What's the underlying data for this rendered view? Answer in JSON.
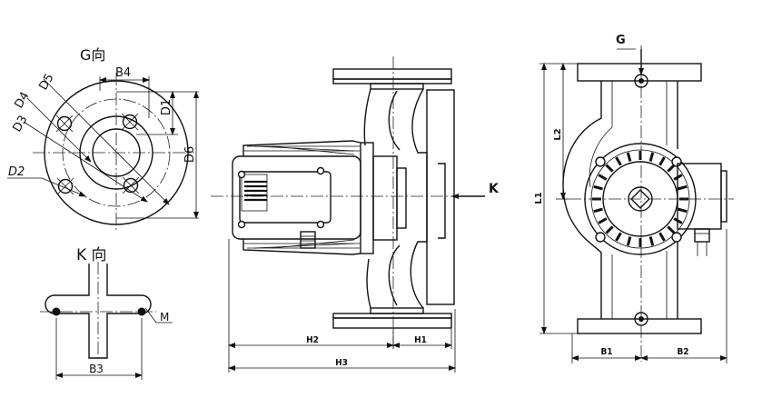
{
  "flange_view": {
    "title": "G向",
    "labels": {
      "b4": "B4",
      "d5": "D5",
      "d4": "D4",
      "d3": "D3",
      "d2": "D2",
      "d1": "D1",
      "d6": "D6"
    }
  },
  "foot_view": {
    "title": "K 向",
    "labels": {
      "m": "M",
      "b3": "B3"
    }
  },
  "side_view": {
    "arrow_label": "K",
    "labels": {
      "h1": "H1",
      "h2": "H2",
      "h3": "H3"
    }
  },
  "front_view": {
    "arrow_label": "G",
    "labels": {
      "l1": "L1",
      "l2": "L2",
      "b1": "B1",
      "b2": "B2"
    }
  }
}
